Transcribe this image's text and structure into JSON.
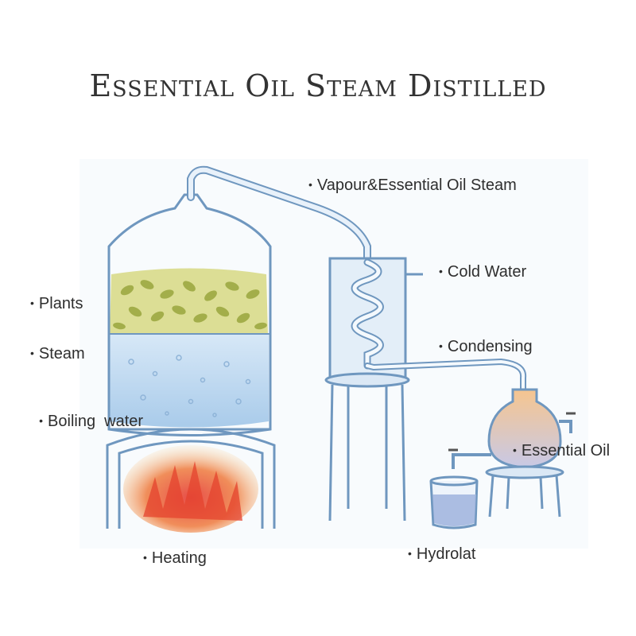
{
  "title": "Essential Oil Steam Distilled",
  "labels": {
    "vapour": "Vapour&Essential Oil Steam",
    "cold_water": "Cold Water",
    "plants": "Plants",
    "steam": "Steam",
    "boiling_water": "Boiling  water",
    "condensing": "Condensing",
    "essential_oil": "Essential Oil",
    "heating": "Heating",
    "hydrolat": "Hydrolat"
  },
  "colors": {
    "glass_outline": "#6f97bf",
    "water": "#bcd7ef",
    "plants": "#c9cf7a",
    "fire": "#e8543a",
    "oil": "#f2b27a",
    "hydrolat": "#9fb3dd"
  }
}
